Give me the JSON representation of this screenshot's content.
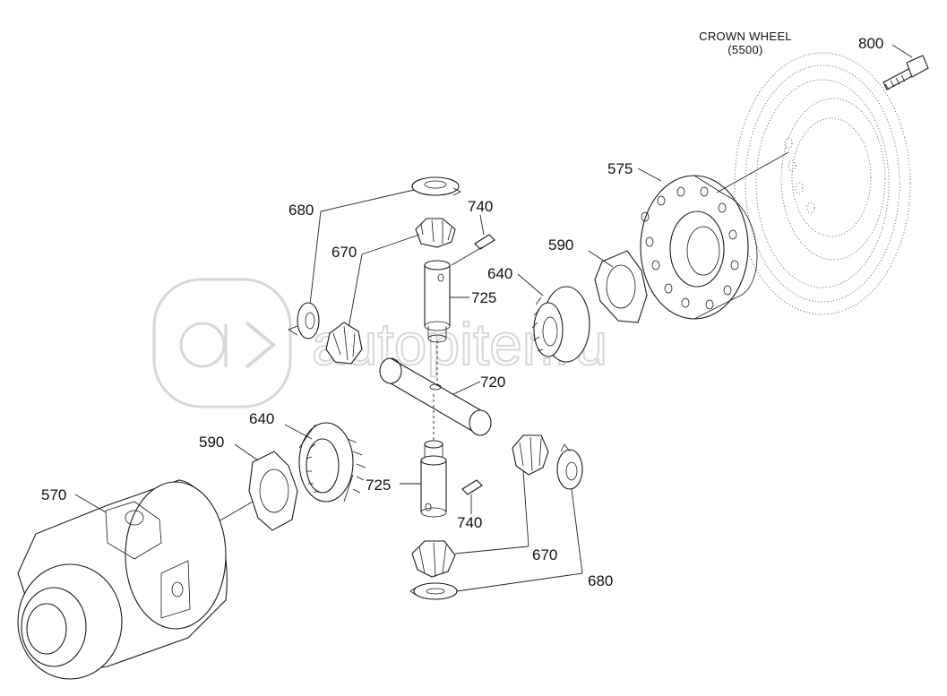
{
  "header": {
    "line1": "CROWN WHEEL",
    "line2": "(5500)"
  },
  "callouts": {
    "bolt_800": "800",
    "housing_575": "575",
    "thrust_washer_680_top": "680",
    "pin_740_top": "740",
    "pinion_670_left": "670",
    "thrust_washer_590_right": "590",
    "side_gear_640_right": "640",
    "shaft_725_top": "725",
    "cross_shaft_720": "720",
    "side_gear_640_left": "640",
    "thrust_washer_590_left": "590",
    "case_570": "570",
    "shaft_725_bottom": "725",
    "pin_740_bottom": "740",
    "pinion_670_bottom": "670",
    "thrust_washer_680_bottom": "680"
  },
  "watermark": {
    "text": "autopiter.ru"
  },
  "colors": {
    "line": "#222222",
    "watermark": "#d7d7d7",
    "background": "#ffffff"
  }
}
